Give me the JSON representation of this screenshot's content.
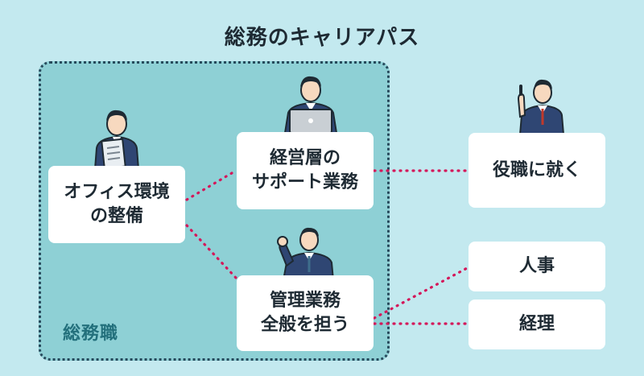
{
  "title": "総務のキャリアパス",
  "group_label": "総務職",
  "nodes": {
    "office": "オフィス環境\nの整備",
    "support": "経営層の\nサポート業務",
    "admin": "管理業務\n全般を担う",
    "executive": "役職に就く",
    "hr": "人事",
    "accounting": "経理"
  },
  "colors": {
    "background": "#c3e9ef",
    "group_fill": "#8ed0d5",
    "group_border": "#264a5c",
    "connector": "#d4185a",
    "label_teal": "#23707c"
  },
  "icons": [
    "person-with-document-icon",
    "person-with-laptop-icon",
    "person-raising-finger-icon",
    "person-fist-pump-icon"
  ]
}
